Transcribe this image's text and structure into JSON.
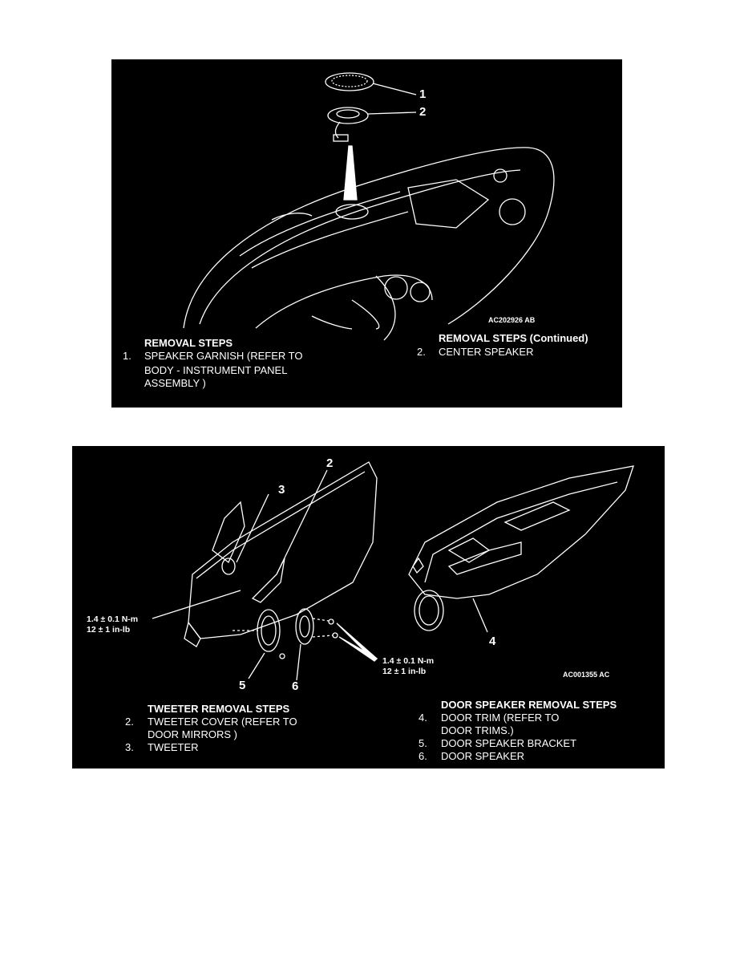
{
  "top_figure": {
    "callouts": [
      "1",
      "2"
    ],
    "figure_code": "AC202926 AB",
    "left_steps": {
      "heading": "REMOVAL STEPS",
      "items": [
        {
          "num": "1.",
          "lines": [
            "SPEAKER GARNISH (REFER TO",
            "BODY - INSTRUMENT PANEL",
            "ASSEMBLY )"
          ]
        }
      ]
    },
    "right_steps": {
      "heading": "REMOVAL STEPS (Continued)",
      "items": [
        {
          "num": "2.",
          "lines": [
            "CENTER SPEAKER"
          ]
        }
      ]
    }
  },
  "bottom_figure": {
    "callouts": [
      "2",
      "3",
      "4",
      "5",
      "6"
    ],
    "torque_left": {
      "line1": "1.4 ± 0.1 N-m",
      "line2": "12 ± 1 in-lb"
    },
    "torque_right": {
      "line1": "1.4 ± 0.1 N-m",
      "line2": "12 ± 1 in-lb"
    },
    "figure_code": "AC001355 AC",
    "left_steps": {
      "heading": "TWEETER REMOVAL STEPS",
      "items": [
        {
          "num": "2.",
          "lines": [
            "TWEETER COVER (REFER TO",
            "DOOR MIRRORS )"
          ]
        },
        {
          "num": "3.",
          "lines": [
            "TWEETER"
          ]
        }
      ]
    },
    "right_steps": {
      "heading": "DOOR SPEAKER REMOVAL STEPS",
      "items": [
        {
          "num": "4.",
          "lines": [
            "DOOR TRIM (REFER TO",
            "DOOR TRIMS.)"
          ]
        },
        {
          "num": "5.",
          "lines": [
            "DOOR SPEAKER BRACKET"
          ]
        },
        {
          "num": "6.",
          "lines": [
            "DOOR SPEAKER"
          ]
        }
      ]
    }
  }
}
